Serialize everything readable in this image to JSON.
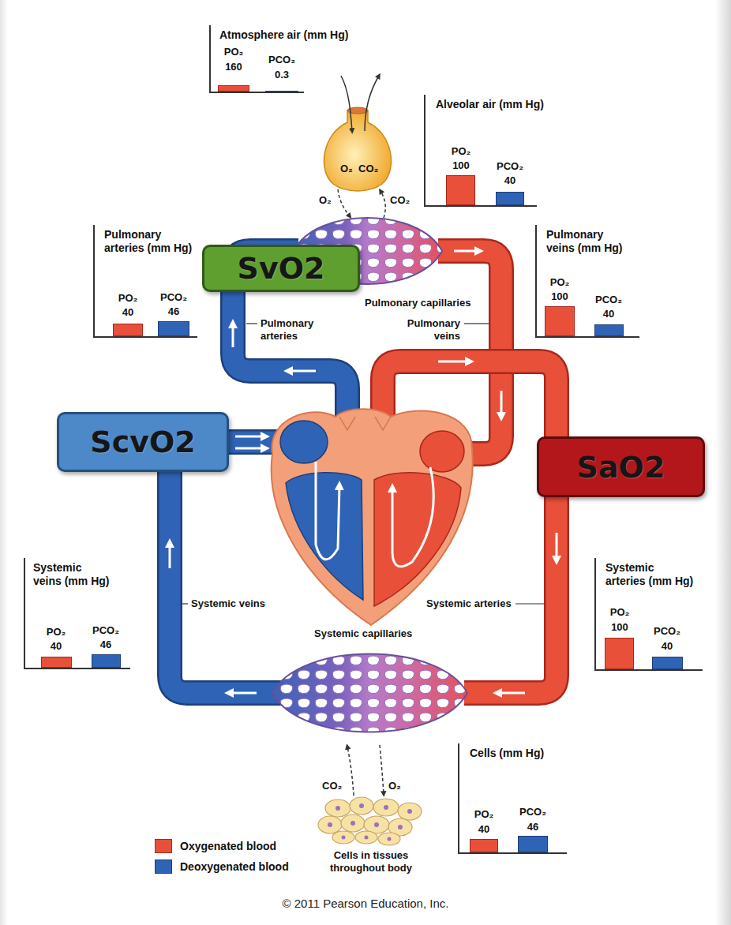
{
  "diagram": {
    "caption": "© 2011 Pearson Education, Inc.",
    "nodes": [
      {
        "text": [
          "Atmosphere air (mm Hg)",
          "PO₂",
          "160",
          "PCO₂",
          "0.3"
        ]
      },
      {
        "text": [
          "Alveolar air (mm Hg)",
          "PO₂",
          "100",
          "PCO₂",
          "40"
        ]
      },
      {
        "text": [
          "Pulmonary arteries (mm Hg)",
          "PO₂",
          "40",
          "PCO₂",
          "46"
        ]
      },
      {
        "text": [
          "SvO2"
        ]
      },
      {
        "text": [
          "Pulmonary veins (mm Hg)",
          "PO₂",
          "100",
          "PCO₂",
          "40"
        ]
      },
      {
        "text": [
          "ScvO2"
        ]
      },
      {
        "text": [
          "SaO2"
        ]
      },
      {
        "text": [
          "Systemic veins (mm Hg)",
          "PO₂",
          "40",
          "PCO₂",
          "46"
        ]
      },
      {
        "text": [
          "Systemic arteries (mm Hg)",
          "PO₂",
          "100",
          "PCO₂",
          "40"
        ]
      },
      {
        "text": [
          "Cells (mm Hg)",
          "PO₂",
          "40",
          "PCO₂",
          "46"
        ]
      }
    ],
    "labels": [
      "O₂",
      "CO₂",
      "O₂",
      "CO₂",
      "Pulmonary capillaries",
      "Pulmonary arteries",
      "Pulmonary veins",
      "Systemic veins",
      "Systemic arteries",
      "Systemic capillaries",
      "CO₂",
      "O₂",
      "Cells in tissues throughout body"
    ],
    "legend": [
      {
        "text": "Oxygenated blood",
        "color": "#e8503a"
      },
      {
        "text": "Deoxygenated blood",
        "color": "#2f63b5"
      }
    ]
  }
}
